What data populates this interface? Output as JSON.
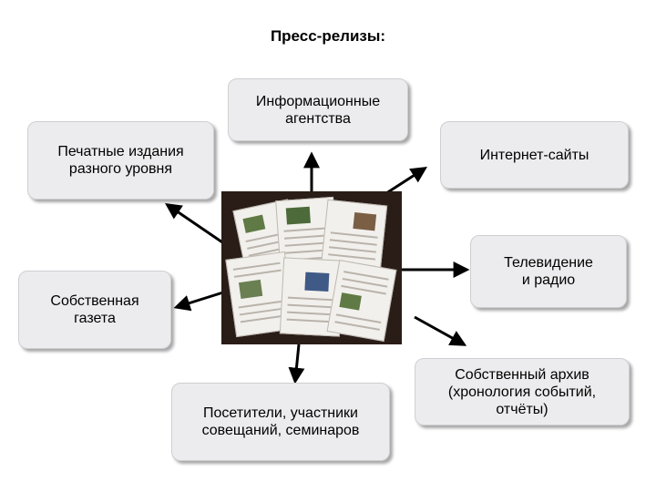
{
  "title": "Пресс-релизы:",
  "nodes": {
    "agencies": "Информационные\nагентства",
    "print": "Печатные издания\nразного уровня",
    "internet": "Интернет-сайты",
    "tv": "Телевидение\nи радио",
    "paper": "Собственная\nгазета",
    "visitors": "Посетители, участники\nсовещаний, семинаров",
    "archive": "Собственный архив\n(хронология событий,\nотчёты)"
  },
  "colors": {
    "box_fill": "#ececee",
    "arrow": "#000000"
  },
  "center_image": "newspapers-photo"
}
